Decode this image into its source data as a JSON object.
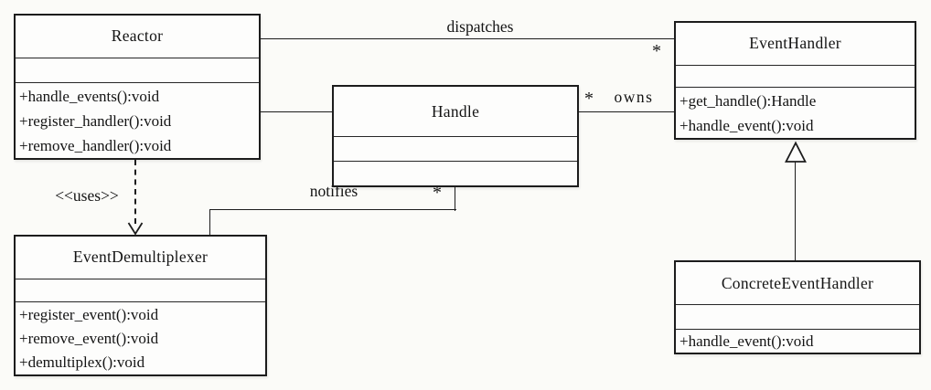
{
  "diagram": {
    "classes": [
      {
        "name": "Reactor",
        "attributes": [],
        "methods": [
          "+handle_events():void",
          "+register_handler():void",
          "+remove_handler():void"
        ]
      },
      {
        "name": "Handle",
        "attributes": [],
        "methods": []
      },
      {
        "name": "EventHandler",
        "attributes": [],
        "methods": [
          "+get_handle():Handle",
          "+handle_event():void"
        ]
      },
      {
        "name": "EventDemultiplexer",
        "attributes": [],
        "methods": [
          "+register_event():void",
          "+remove_event():void",
          "+demultiplex():void"
        ]
      },
      {
        "name": "ConcreteEventHandler",
        "attributes": [],
        "methods": [
          "+handle_event():void"
        ]
      }
    ],
    "relationships": [
      {
        "from": "Reactor",
        "to": "EventHandler",
        "type": "association",
        "label": "dispatches",
        "multiplicity": "*"
      },
      {
        "from": "Reactor",
        "to": "Handle",
        "type": "association",
        "label": ""
      },
      {
        "from": "Handle",
        "to": "EventHandler",
        "type": "association",
        "label": "owns",
        "multiplicity": "*"
      },
      {
        "from": "Handle",
        "to": "EventDemultiplexer",
        "type": "association",
        "label": "notifies",
        "multiplicity": "*"
      },
      {
        "from": "Reactor",
        "to": "EventDemultiplexer",
        "type": "dependency",
        "label": "<<uses>>"
      },
      {
        "from": "ConcreteEventHandler",
        "to": "EventHandler",
        "type": "generalization",
        "label": ""
      }
    ],
    "colors": {
      "line": "#1c1c1c",
      "background": "#fbfbf8",
      "text": "#141414",
      "box_fill": "#fdfdfc"
    }
  }
}
